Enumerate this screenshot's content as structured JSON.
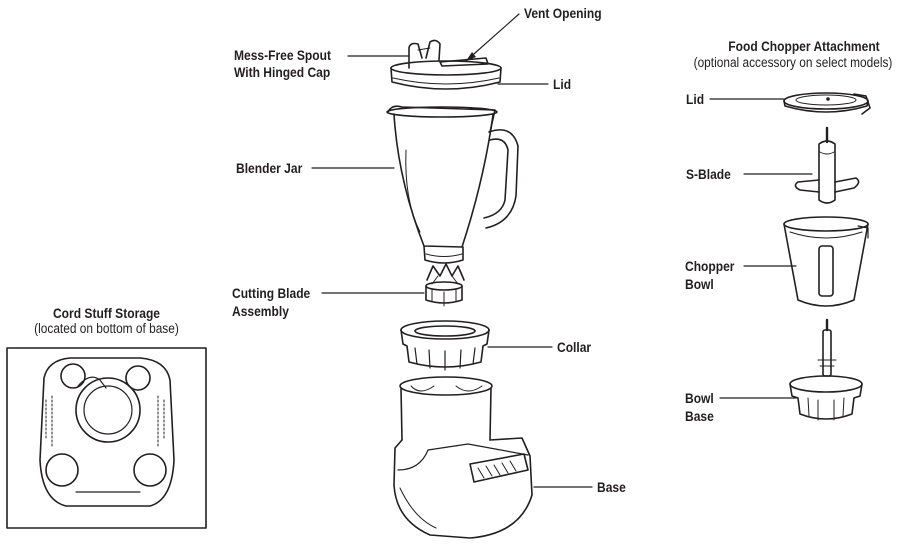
{
  "blender": {
    "vent_opening": "Vent Opening",
    "spout_line1": "Mess-Free Spout",
    "spout_line2": "With Hinged Cap",
    "lid": "Lid",
    "jar": "Blender Jar",
    "blade_line1": "Cutting Blade",
    "blade_line2": "Assembly",
    "collar": "Collar",
    "base": "Base"
  },
  "cord_storage": {
    "title": "Cord Stuff Storage",
    "note": "(located on bottom of base)"
  },
  "food_chopper": {
    "title": "Food Chopper Attachment",
    "note": "(optional accessory on select models)",
    "lid": "Lid",
    "s_blade": "S-Blade",
    "bowl_line1": "Chopper",
    "bowl_line2": "Bowl",
    "base_line1": "Bowl",
    "base_line2": "Base"
  }
}
